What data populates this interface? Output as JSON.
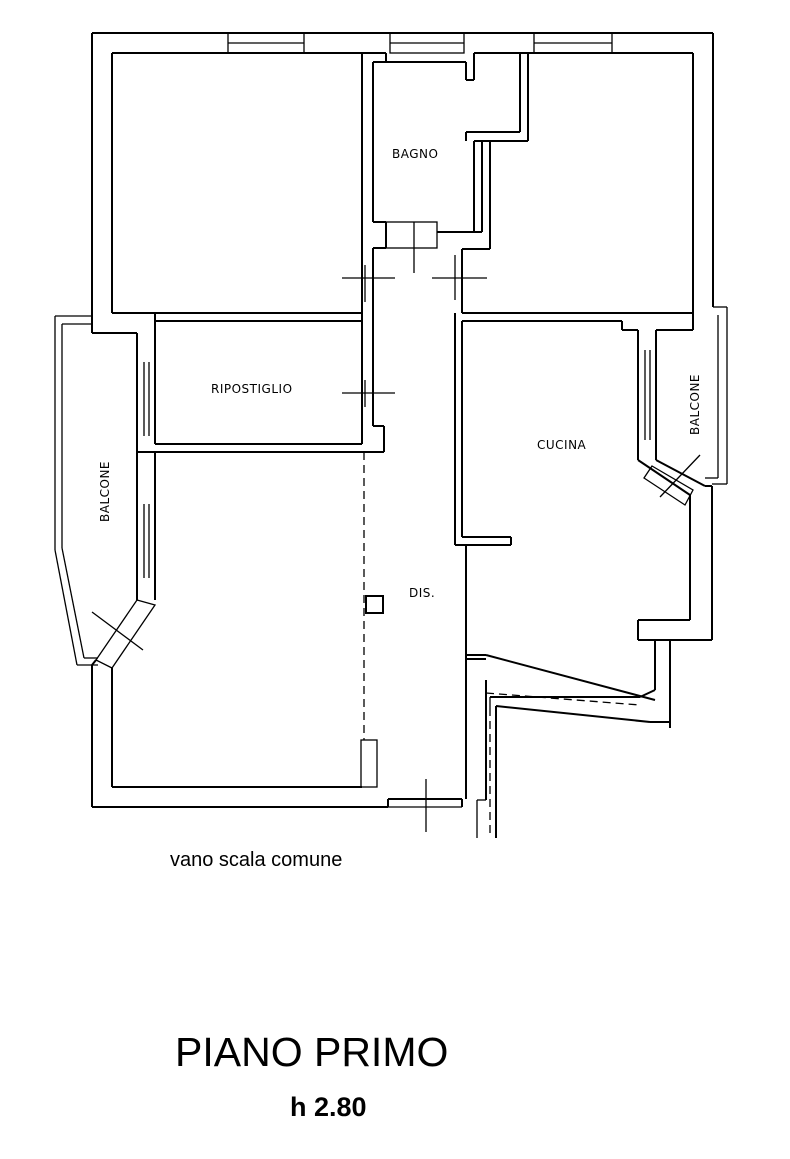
{
  "rooms": {
    "bagno": "BAGNO",
    "ripostiglio": "RIPOSTIGLIO",
    "cucina": "CUCINA",
    "balcone_left": "BALCONE",
    "balcone_right": "BALCONE",
    "disimpegno": "DIS."
  },
  "notes": {
    "stair": "vano scala comune"
  },
  "title": {
    "floor": "PIANO PRIMO",
    "height": "h 2.80"
  }
}
